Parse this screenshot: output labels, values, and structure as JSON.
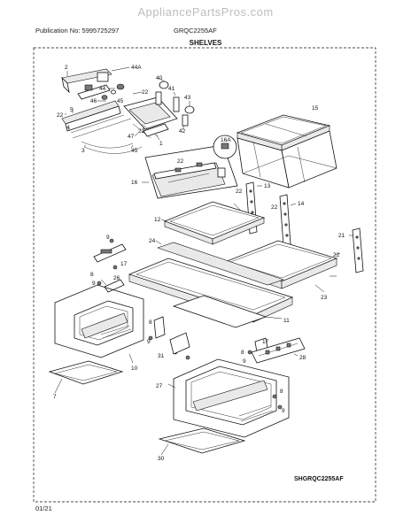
{
  "header": {
    "watermark": "AppliancePartsPros.com",
    "publication": "Publication No: 5995725297",
    "model": "GRQC2255AF",
    "section_title": "SHELVES"
  },
  "footer": {
    "diagram_id": "SHGRQC2255AF",
    "date": "01/21"
  },
  "callouts": {
    "c2": "2",
    "c44a": "44A",
    "c40": "40",
    "c44": "44",
    "c22a": "22",
    "c41": "41",
    "c43": "43",
    "c46": "46",
    "c45a": "45",
    "c5": "5",
    "c22b": "22",
    "c4": "4",
    "c47": "47",
    "c42": "42",
    "c22c": "22",
    "c1": "1",
    "c3": "3",
    "c45b": "45",
    "c15": "15",
    "c16a": "16A",
    "c22d": "22",
    "c16": "16",
    "c22e": "22",
    "c22f": "22",
    "c13": "13",
    "c22g": "22",
    "c14": "14",
    "c12": "12",
    "c9a": "9",
    "c24": "24",
    "c21": "21",
    "c22h": "22",
    "c17a": "17",
    "c8a": "8",
    "c26": "26",
    "c23": "23",
    "c9b": "9",
    "c11": "11",
    "c8b": "8",
    "c9c": "9",
    "c10": "10",
    "c17b": "17",
    "c8c": "8",
    "c31": "31",
    "c9d": "9",
    "c28": "28",
    "c7": "7",
    "c27": "27",
    "c8d": "8",
    "c9e": "9",
    "c30": "30"
  }
}
